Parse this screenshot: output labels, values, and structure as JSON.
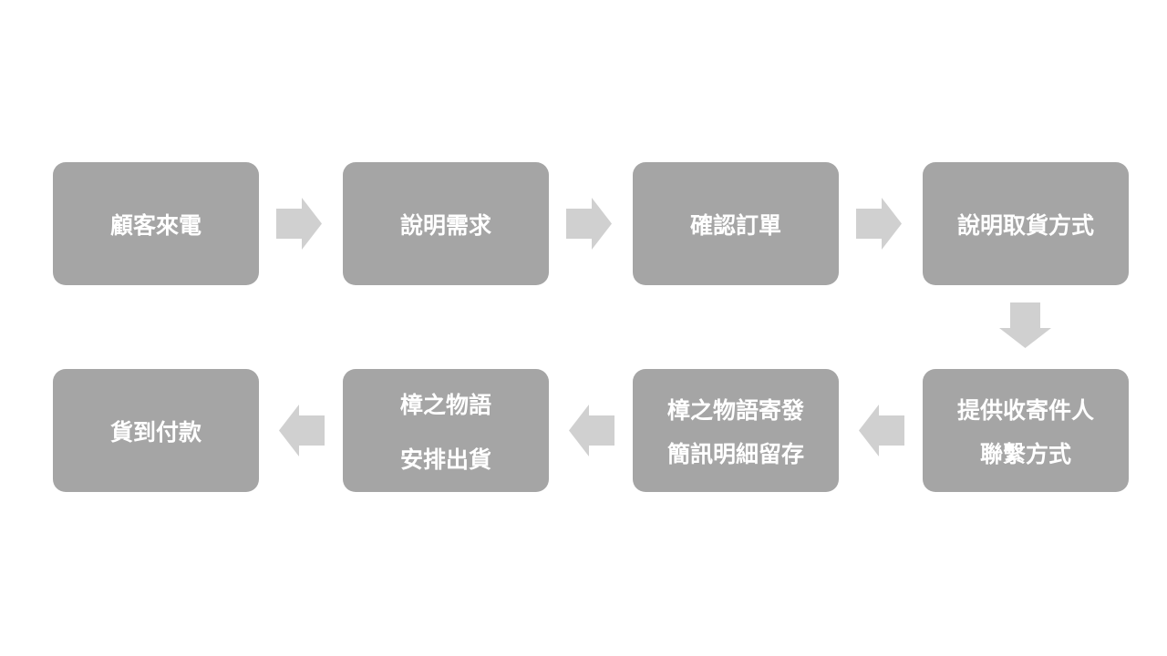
{
  "colors": {
    "box_fill": "#a5a5a5",
    "box_text": "#ffffff",
    "arrow_fill": "#d0d0d0",
    "background": "#ffffff"
  },
  "steps": [
    {
      "lines": [
        "顧客來電"
      ]
    },
    {
      "lines": [
        "說明需求"
      ]
    },
    {
      "lines": [
        "確認訂單"
      ]
    },
    {
      "lines": [
        "說明取貨方式"
      ]
    },
    {
      "lines": [
        "提供收寄件人",
        "聯繫方式"
      ]
    },
    {
      "lines": [
        "樟之物語寄發",
        "簡訊明細留存"
      ]
    },
    {
      "lines": [
        "樟之物語",
        "安排出貨"
      ]
    },
    {
      "lines": [
        "貨到付款"
      ]
    }
  ]
}
